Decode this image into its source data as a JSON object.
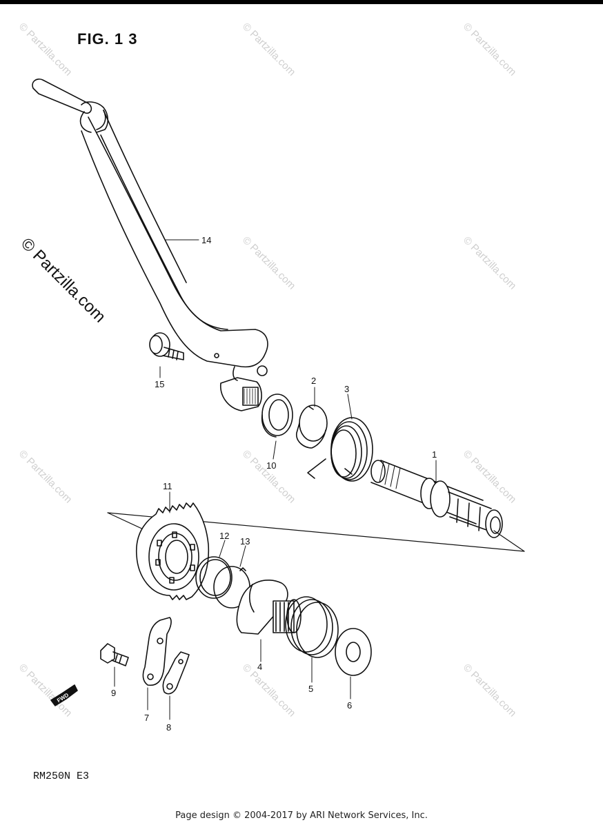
{
  "figure": {
    "title": "FIG. 1 3",
    "model_code": "RM250N  E3"
  },
  "watermarks": {
    "main": "© Partzilla.com",
    "tile": "© Partzilla.com"
  },
  "callouts": {
    "p1": "1",
    "p2": "2",
    "p3": "3",
    "p4": "4",
    "p5": "5",
    "p6": "6",
    "p7": "7",
    "p8": "8",
    "p9": "9",
    "p10": "10",
    "p11": "11",
    "p12": "12",
    "p13": "13",
    "p14": "14",
    "p15": "15"
  },
  "fwd_label": "FWD",
  "footer": "Page design © 2004-2017 by ARI Network Services, Inc."
}
